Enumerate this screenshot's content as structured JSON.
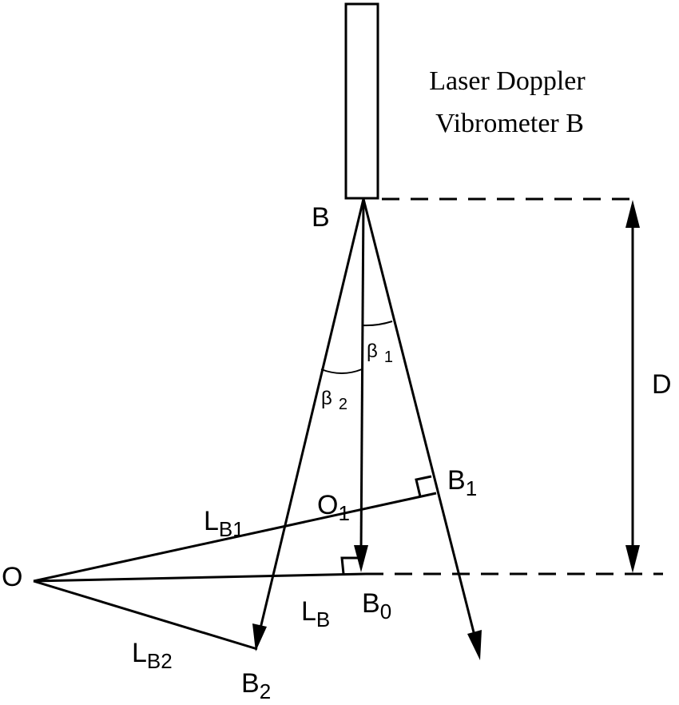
{
  "device_label": {
    "line1": "Laser Doppler",
    "line2": "Vibrometer B"
  },
  "points": {
    "B": "B",
    "O": "O",
    "O1": {
      "base": "O",
      "sub": "1"
    },
    "B0": {
      "base": "B",
      "sub": "0"
    },
    "B1": {
      "base": "B",
      "sub": "1"
    },
    "B2": {
      "base": "B",
      "sub": "2"
    }
  },
  "distance_label": "D",
  "angles": {
    "beta1": {
      "base": "β",
      "sub": "1"
    },
    "beta2": {
      "base": "β",
      "sub": "2"
    }
  },
  "lengths": {
    "LB": {
      "base": "L",
      "sub": "B"
    },
    "LB1": {
      "base": "L",
      "sub": "B1"
    },
    "LB2": {
      "base": "L",
      "sub": "B2"
    }
  }
}
